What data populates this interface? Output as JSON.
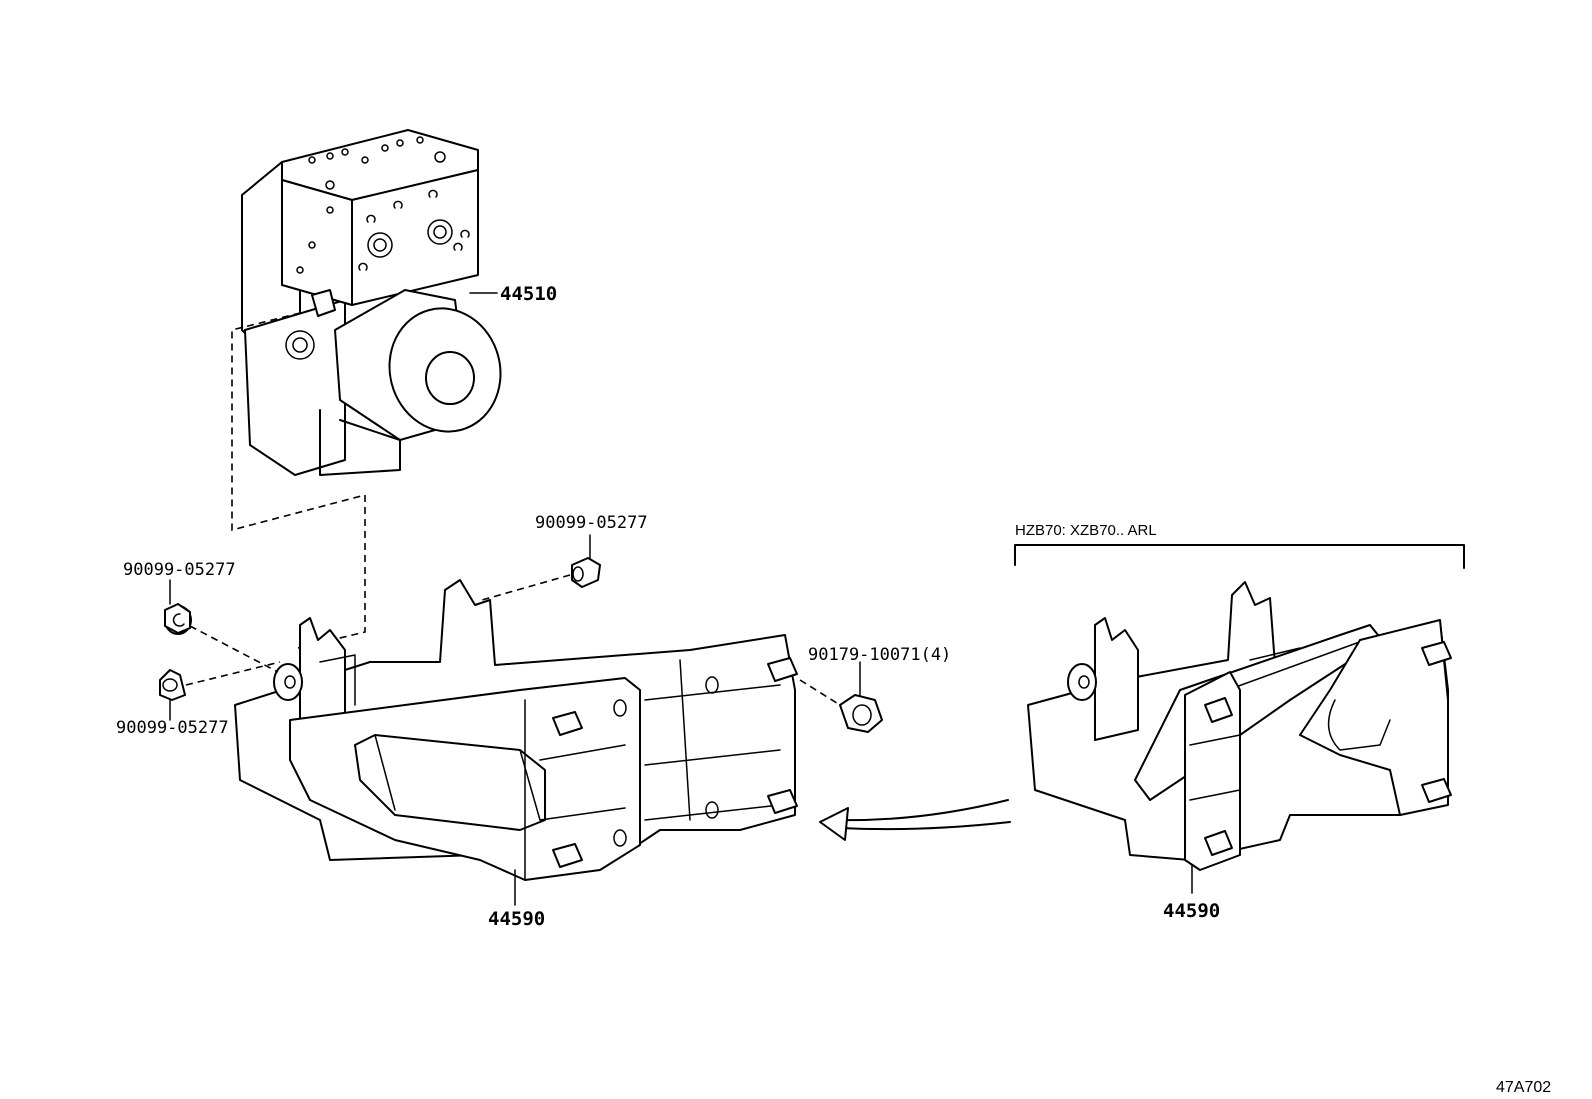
{
  "labels": {
    "actuator": "44510",
    "bracket_left": "44590",
    "bracket_right": "44590",
    "bolt_top": "90099-05277",
    "bolt_left_upper": "90099-05277",
    "bolt_left_lower": "90099-05277",
    "nut": "90179-10071(4)"
  },
  "variant_note": "HZB70: XZB70.. ARL",
  "drawing_code": "47A702"
}
